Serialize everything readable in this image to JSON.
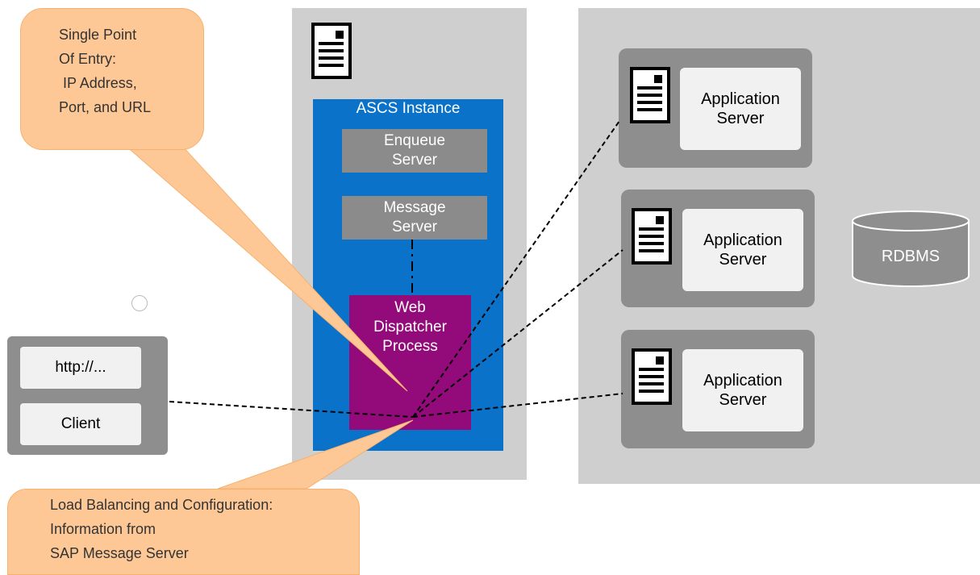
{
  "callouts": {
    "top": [
      "Single Point",
      "Of Entry:",
      " IP Address,",
      "Port, and URL"
    ],
    "bottom": [
      "Load Balancing and Configuration:",
      "Information from",
      "SAP Message Server"
    ]
  },
  "ascs": {
    "title": "ASCS Instance",
    "enqueue": [
      "Enqueue",
      "Server"
    ],
    "message": [
      "Message",
      "Server"
    ],
    "web_dispatcher": [
      "Web",
      "Dispatcher",
      "Process"
    ]
  },
  "client": {
    "url": "http://...",
    "label": "Client"
  },
  "app_servers": [
    [
      "Application",
      "Server"
    ],
    [
      "Application",
      "Server"
    ],
    [
      "Application",
      "Server"
    ]
  ],
  "database": "RDBMS",
  "colors": {
    "callout": "#fdc896",
    "ascs_blue": "#0a72c9",
    "web_dispatcher_purple": "#930a7a",
    "panel_grey": "#cfcfcf",
    "component_grey": "#8b8b8b"
  },
  "icons": [
    "document-icon",
    "database-icon"
  ]
}
